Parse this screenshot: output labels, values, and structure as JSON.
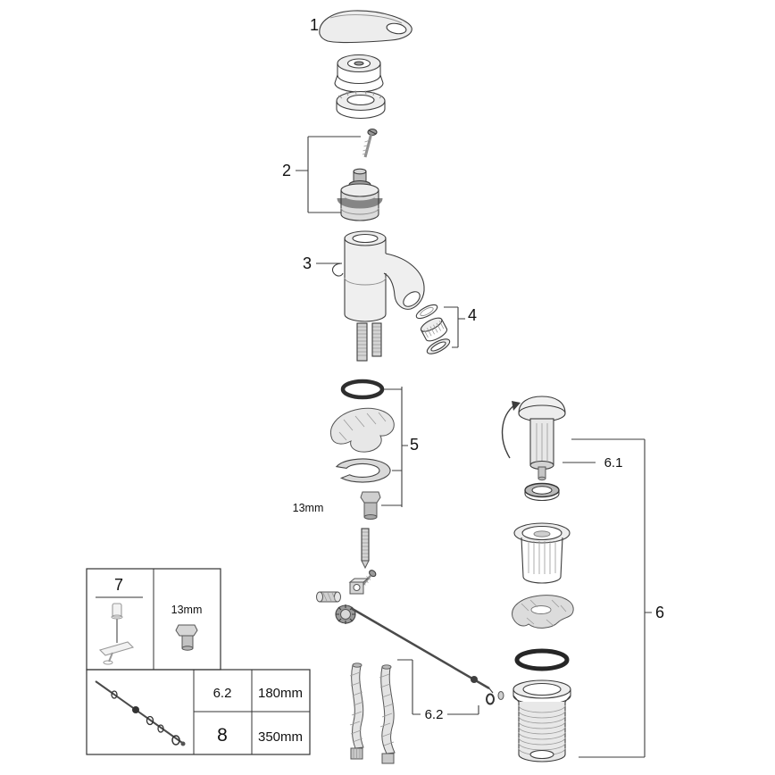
{
  "callouts": {
    "c1": "1",
    "c2": "2",
    "c3": "3",
    "c4": "4",
    "c5": "5",
    "c6": "6",
    "c61": "6.1",
    "c62": "6.2"
  },
  "labels": {
    "wrench_main": "13mm"
  },
  "legend": {
    "part": "7",
    "wrench": "13mm"
  },
  "spec_table": {
    "rows": [
      {
        "part": "6.2",
        "length": "180mm"
      },
      {
        "part": "8",
        "length": "350mm"
      }
    ]
  },
  "colors": {
    "background": "#ffffff",
    "line": "#3c3c3c",
    "text": "#111111",
    "part_light": "#ededed",
    "part_mid": "#d4d4d4",
    "part_dark": "#9a9a9a"
  }
}
